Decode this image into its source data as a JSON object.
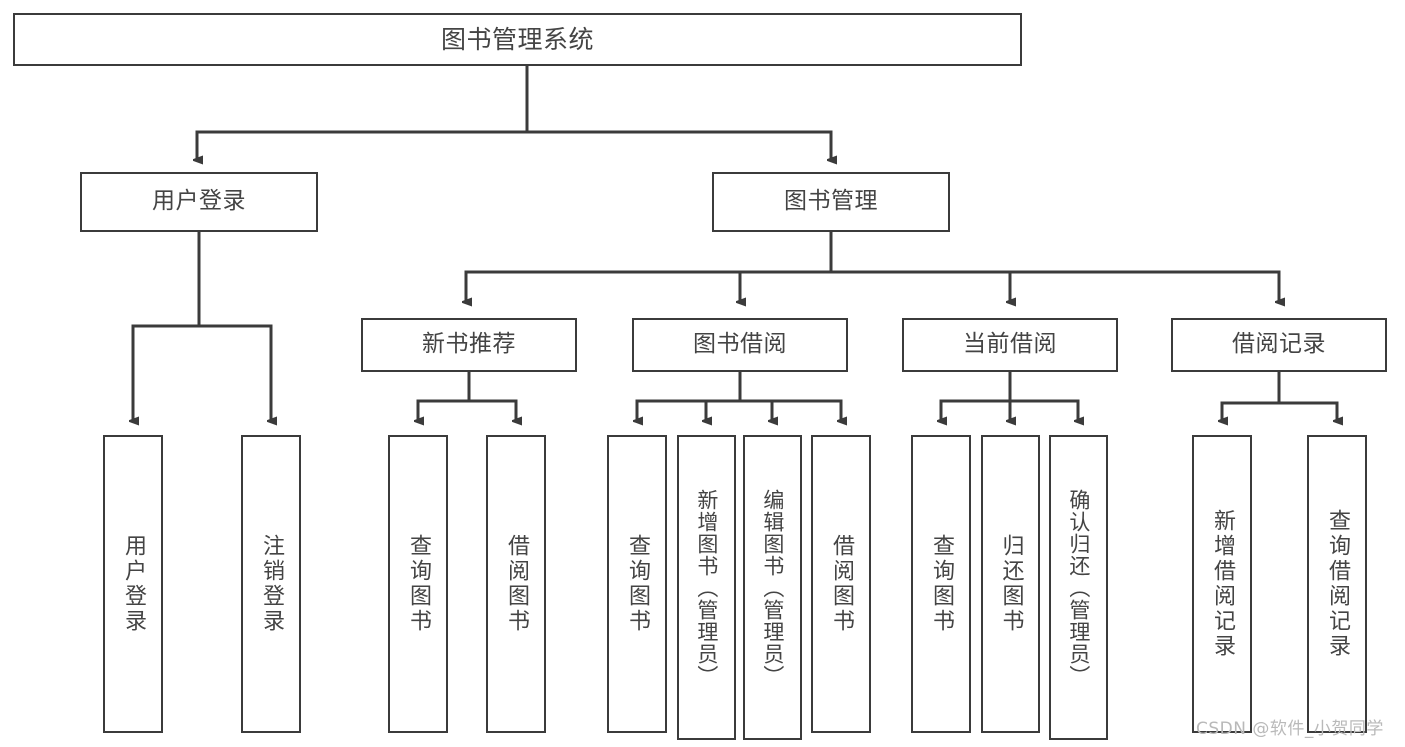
{
  "diagram": {
    "title": "图书管理系统",
    "type": "functional-structure-tree",
    "background_color": "#ffffff",
    "line_color": "#3b3b3b",
    "text_color": "#444444",
    "nodes": {
      "root": {
        "label": "图书管理系统"
      },
      "level2": [
        {
          "id": "user-login",
          "label": "用户登录"
        },
        {
          "id": "book-manage",
          "label": "图书管理"
        }
      ],
      "level3": [
        {
          "id": "new-book-recommend",
          "label": "新书推荐"
        },
        {
          "id": "book-borrow",
          "label": "图书借阅"
        },
        {
          "id": "current-borrow",
          "label": "当前借阅"
        },
        {
          "id": "borrow-record",
          "label": "借阅记录"
        }
      ],
      "leaves": [
        {
          "id": "leaf-user-login",
          "label": "用户登录",
          "parent": "user-login"
        },
        {
          "id": "leaf-user-logout",
          "label": "注销登录",
          "parent": "user-login"
        },
        {
          "id": "leaf-query-book-1",
          "label": "查询图书",
          "parent": "new-book-recommend"
        },
        {
          "id": "leaf-borrow-book-1",
          "label": "借阅图书",
          "parent": "new-book-recommend"
        },
        {
          "id": "leaf-query-book-2",
          "label": "查询图书",
          "parent": "book-borrow"
        },
        {
          "id": "leaf-add-book",
          "label": "新增图书（管理员）",
          "parent": "book-borrow"
        },
        {
          "id": "leaf-edit-book",
          "label": "编辑图书（管理员）",
          "parent": "book-borrow"
        },
        {
          "id": "leaf-borrow-book-2",
          "label": "借阅图书",
          "parent": "book-borrow"
        },
        {
          "id": "leaf-query-book-3",
          "label": "查询图书",
          "parent": "current-borrow"
        },
        {
          "id": "leaf-return-book",
          "label": "归还图书",
          "parent": "current-borrow"
        },
        {
          "id": "leaf-confirm-return",
          "label": "确认归还（管理员）",
          "parent": "current-borrow"
        },
        {
          "id": "leaf-add-record",
          "label": "新增借阅记录",
          "parent": "borrow-record"
        },
        {
          "id": "leaf-query-record",
          "label": "查询借阅记录",
          "parent": "borrow-record"
        }
      ]
    }
  },
  "watermark": {
    "text": "CSDN @软件_小贺同学"
  }
}
